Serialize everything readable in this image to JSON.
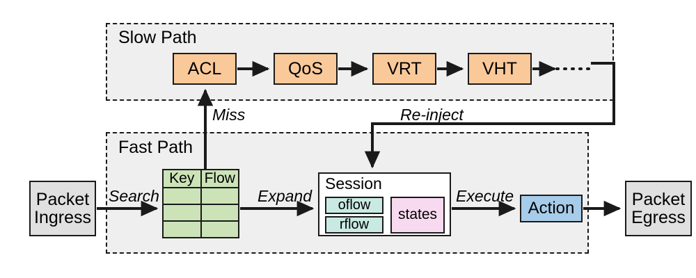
{
  "diagram": {
    "title": "Packet processing fast path / slow path dataflow",
    "colors": {
      "group_fill": "#efefef",
      "group_border": "#1a1a1a",
      "gray": "#e0e0e0",
      "orange": "#fac99a",
      "green": "#cce3b8",
      "cyan": "#c9eae2",
      "pink": "#f7daef",
      "blue": "#a6cce9",
      "white": "#ffffff",
      "wire": "#1a1a1a"
    }
  },
  "groups": {
    "slow_path": {
      "label": "Slow Path"
    },
    "fast_path": {
      "label": "Fast Path"
    }
  },
  "endpoints": {
    "ingress": {
      "line1": "Packet",
      "line2": "Ingress"
    },
    "egress": {
      "line1": "Packet",
      "line2": "Egress"
    }
  },
  "slow_path_stages": [
    {
      "label": "ACL"
    },
    {
      "label": "QoS"
    },
    {
      "label": "VRT"
    },
    {
      "label": "VHT"
    }
  ],
  "flow_table": {
    "headers": [
      "Key",
      "Flow"
    ],
    "rows": [
      [
        "",
        ""
      ],
      [
        "",
        ""
      ],
      [
        "",
        ""
      ]
    ]
  },
  "session": {
    "title": "Session",
    "flows": [
      {
        "label": "oflow"
      },
      {
        "label": "rflow"
      }
    ],
    "states": {
      "label": "states"
    }
  },
  "action": {
    "label": "Action"
  },
  "edge_labels": {
    "search": "Search",
    "miss": "Miss",
    "expand": "Expand",
    "reinject": "Re-inject",
    "execute": "Execute"
  }
}
